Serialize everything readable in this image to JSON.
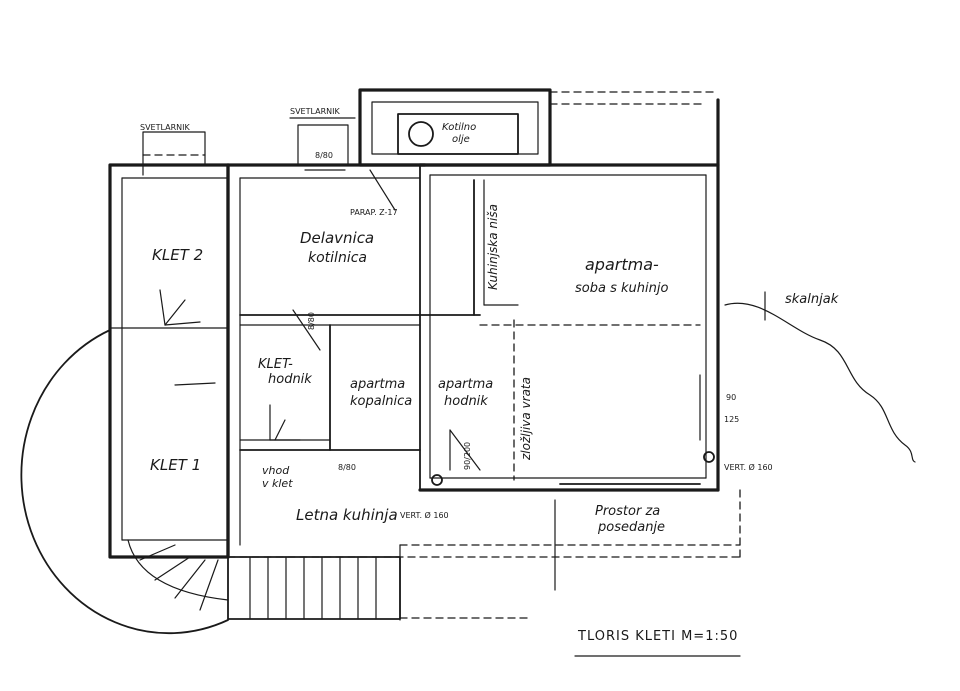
{
  "plan": {
    "title": "TLORIS KLETI M=1:50",
    "rooms": {
      "klet2": "KLET 2",
      "klet1": "KLET 1",
      "delavnica_1": "Delavnica",
      "delavnica_2": "kotilnica",
      "klet_hodnik_1": "KLET-",
      "klet_hodnik_2": "hodnik",
      "kopalnica_1": "apartma",
      "kopalnica_2": "kopalnica",
      "ap_hodnik_1": "apartma",
      "ap_hodnik_2": "hodnik",
      "soba_1": "apartma-",
      "soba_2": "soba s kuhinjo",
      "kuhinjska_nisa": "Kuhinjska niša",
      "vrata": "zložljiva vrata",
      "letna_kuhinja": "Letna kuhinja",
      "prostor_1": "Prostor za",
      "prostor_2": "posedanje",
      "vhod_1": "vhod",
      "vhod_2": "v klet"
    },
    "notes": {
      "svetlarnik": "SVETLARNIK",
      "svetlarnik_top": "SVETLARNIK",
      "kotilno_1": "Kotilno",
      "kotilno_2": "olje",
      "skaljak": "skalnjak",
      "parap": "PARAP. Z-17",
      "vert_1": "VERT. Ø 160",
      "vert_2": "VERT. Ø 160",
      "dim_90": "90",
      "dim_125": "125",
      "dim_80": "8/80",
      "dim_200": "8/80",
      "dim_bath": "8/80",
      "dim_door": "90/200"
    }
  }
}
